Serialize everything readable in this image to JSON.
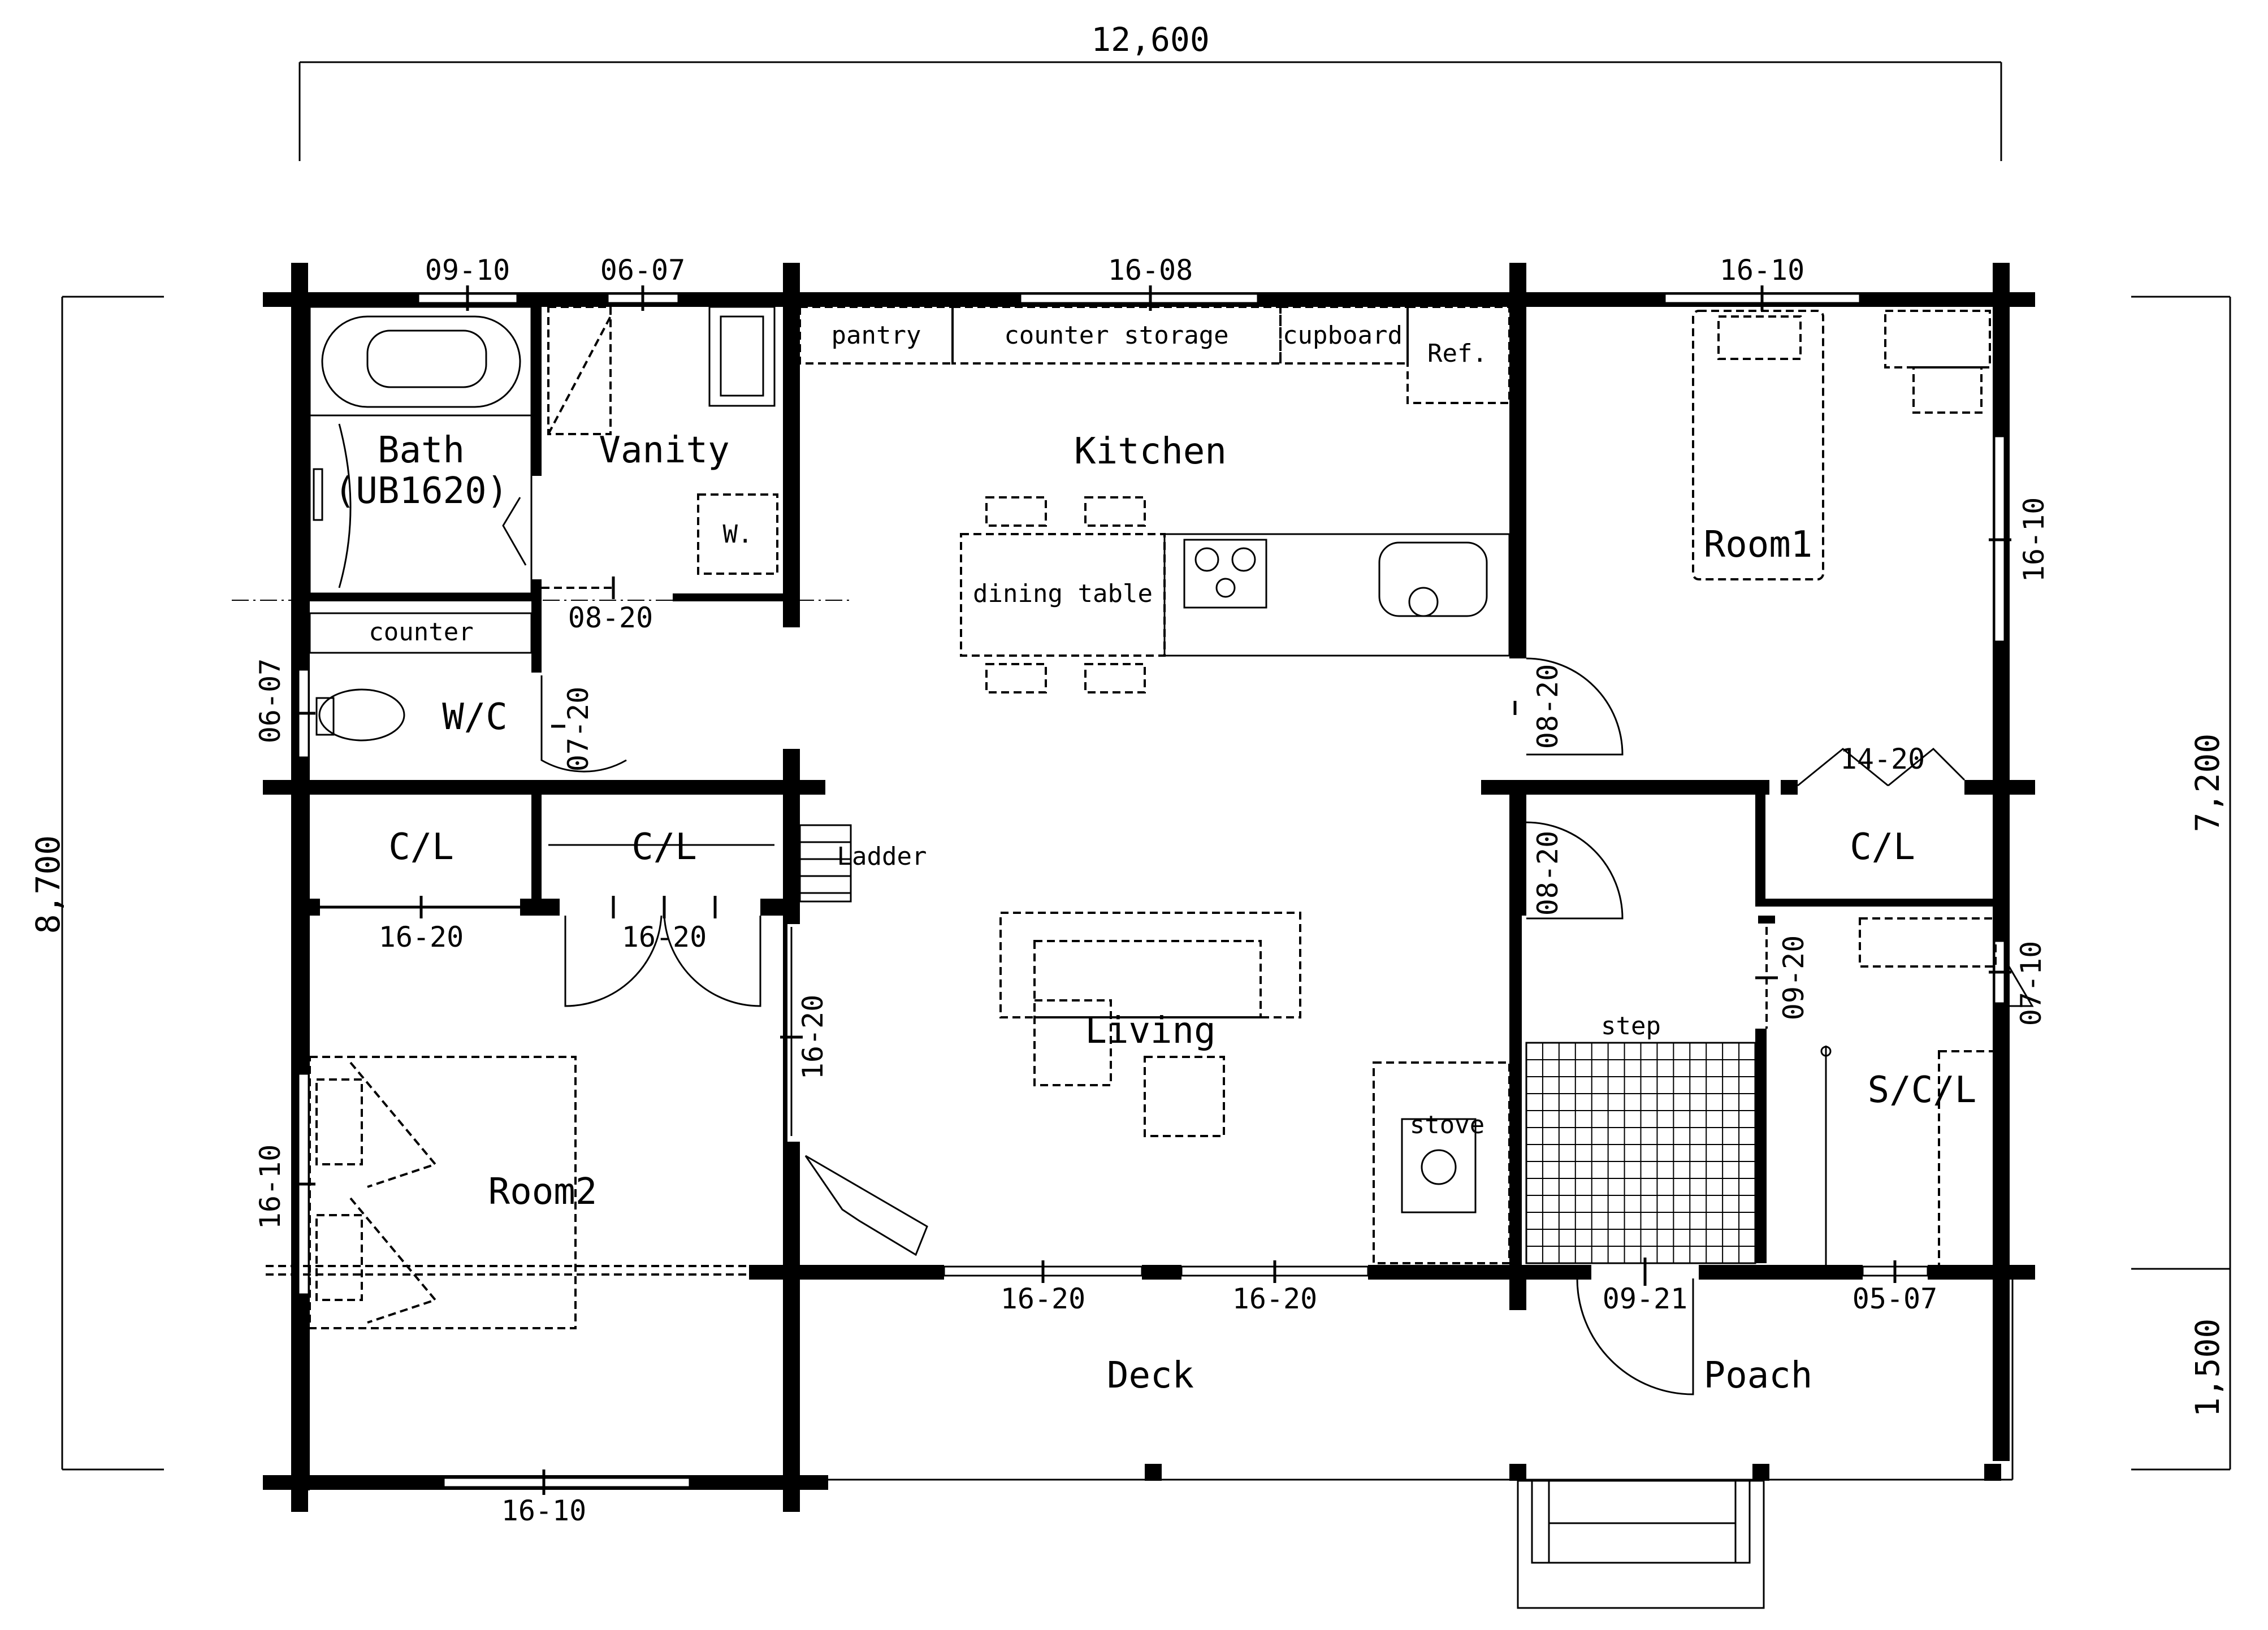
{
  "dimensions": {
    "top_width": "12,600",
    "left_height": "8,700",
    "right_upper": "7,200",
    "right_lower": "1,500"
  },
  "rooms": {
    "bath_line1": "Bath",
    "bath_line2": "(UB1620)",
    "vanity": "Vanity",
    "kitchen": "Kitchen",
    "room1": "Room1",
    "wc": "W/C",
    "cl_left": "C/L",
    "cl_middle": "C/L",
    "cl_right": "C/L",
    "living": "Living",
    "room2": "Room2",
    "scl": "S/C/L",
    "deck": "Deck",
    "poach": "Poach"
  },
  "fixtures": {
    "pantry": "pantry",
    "counter_storage": "counter storage",
    "cupboard": "cupboard",
    "ref": "Ref.",
    "washer": "W.",
    "dining_table": "dining table",
    "counter": "counter",
    "ladder": "Ladder",
    "step": "step",
    "stove": "stove"
  },
  "windows_doors": {
    "top_bath": "09-10",
    "top_vanity": "06-07",
    "top_kitchen": "16-08",
    "top_room1": "16-10",
    "right_room1": "16-10",
    "vanity_door": "08-20",
    "wc_side": "06-07",
    "wc_door": "07-20",
    "kitchen_room1_door": "08-20",
    "room1_cl_door": "14-20",
    "living_hall_door": "08-20",
    "cl_left_door": "16-20",
    "cl_mid_door": "16-20",
    "scl_door": "09-20",
    "scl_window": "07-10",
    "living_room2_door": "16-20",
    "room2_window": "16-10",
    "bottom_room2": "16-10",
    "deck_1": "16-20",
    "deck_2": "16-20",
    "entry_door": "09-21",
    "scl_bottom": "05-07"
  }
}
